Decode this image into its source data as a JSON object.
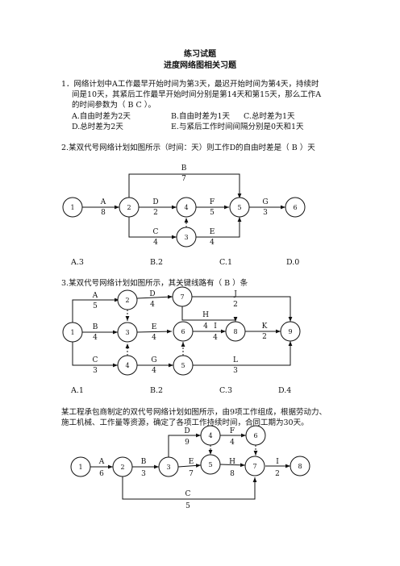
{
  "header": {
    "title": "练习试题",
    "subtitle": "进度网络图相关习题"
  },
  "q1": {
    "line1": "1．网络计划中A工作最早开始时间为第3天，最迟开始时间为第4天，持续时",
    "line2": "间是10天，其紧后工作最早开始时间分别是第14天和第15天，那么工作A",
    "line3": "的时间参数为（    B C    ）。",
    "optA": "A.自由时差为2天",
    "optB": "B.自由时差为1天",
    "optC": "C.总时差为1天",
    "optD": "D.总时差为2天",
    "optE": "E.与紧后工作时间间隔分别是0天和1天"
  },
  "q2": {
    "text": "2.某双代号网络计划如图所示（时间：天）则工作D的自由时差是（  B   ）天",
    "options": [
      "A.3",
      "B.2",
      "C.1",
      "D.0"
    ],
    "nodes": [
      "1",
      "2",
      "3",
      "4",
      "5",
      "6"
    ],
    "activities": [
      {
        "name": "A",
        "duration": "8"
      },
      {
        "name": "B",
        "duration": "7"
      },
      {
        "name": "C",
        "duration": "4"
      },
      {
        "name": "D",
        "duration": "2"
      },
      {
        "name": "E",
        "duration": "4"
      },
      {
        "name": "F",
        "duration": "5"
      },
      {
        "name": "G",
        "duration": "3"
      }
    ]
  },
  "q3": {
    "text": "3.某双代号网络计划如图所示，其关键线路有（  B  ）条",
    "options": [
      "A.1",
      "B.2",
      "C.3",
      "D.4"
    ],
    "nodes": [
      "1",
      "2",
      "3",
      "4",
      "5",
      "6",
      "7",
      "8",
      "9"
    ],
    "activities": [
      {
        "name": "A",
        "duration": "5"
      },
      {
        "name": "B",
        "duration": "4"
      },
      {
        "name": "C",
        "duration": "3"
      },
      {
        "name": "D",
        "duration": "4"
      },
      {
        "name": "E",
        "duration": "4"
      },
      {
        "name": "G",
        "duration": "4"
      },
      {
        "name": "H",
        "duration": "4"
      },
      {
        "name": "I",
        "duration": "4"
      },
      {
        "name": "J",
        "duration": "2"
      },
      {
        "name": "K",
        "duration": "2"
      },
      {
        "name": "L",
        "duration": "3"
      }
    ]
  },
  "q4": {
    "line1": "某工程承包商制定的双代号网络计划如图所示，由9项工作组成，根据劳动力、",
    "line2": "施工机械、工作量等资源，确定了各项工作持续时间，合同工期为30天。",
    "nodes": [
      "1",
      "2",
      "3",
      "4",
      "5",
      "6",
      "7",
      "8"
    ],
    "activities": [
      {
        "name": "A",
        "duration": "6"
      },
      {
        "name": "B",
        "duration": "3"
      },
      {
        "name": "C",
        "duration": "5"
      },
      {
        "name": "D",
        "duration": "9"
      },
      {
        "name": "E",
        "duration": "7"
      },
      {
        "name": "F",
        "duration": "4"
      },
      {
        "name": "H",
        "duration": "8"
      },
      {
        "name": "I",
        "duration": "2"
      }
    ]
  }
}
